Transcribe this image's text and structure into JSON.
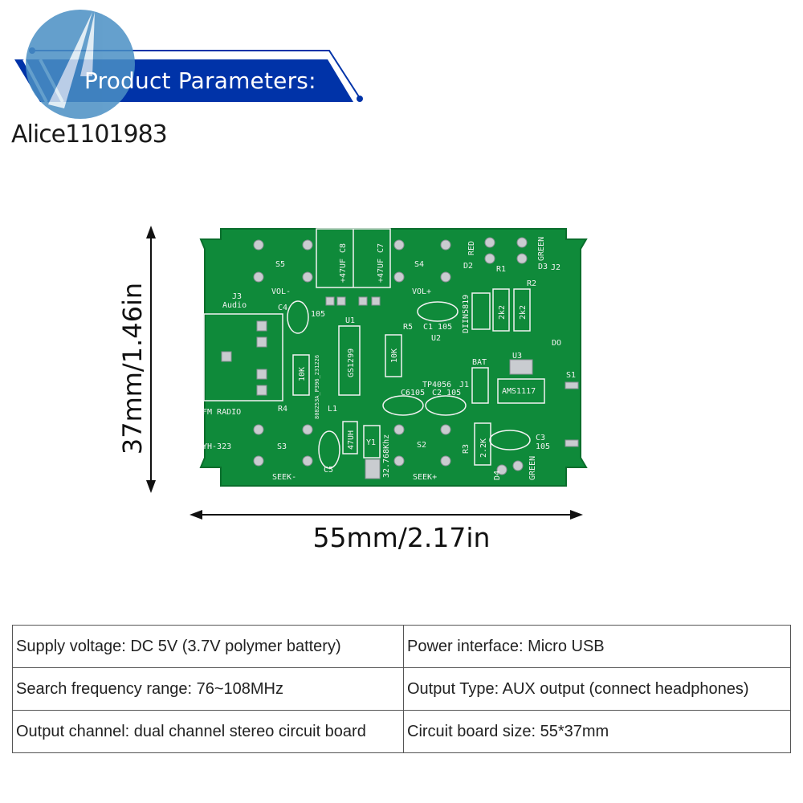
{
  "header": {
    "title": "Product Parameters:",
    "brand": "Alice1101983",
    "accent": "#0033a8",
    "logo_color": "#4a8fc4"
  },
  "pcb": {
    "board_color": "#0f8a3a",
    "labels": {
      "s5": "S5",
      "vol_minus": "VOL-",
      "c8": "C8",
      "cap_47uf_1": "+47UF",
      "c7": "C7",
      "cap_47uf_2": "+47UF",
      "s4": "S4",
      "vol_plus": "VOL+",
      "red": "RED",
      "green_top": "GREEN",
      "d2": "D2",
      "r1": "R1",
      "d3": "D3",
      "j2": "J2",
      "r2": "R2",
      "j3": "J3",
      "audio": "Audio",
      "c4": "C4",
      "c4_val": "105",
      "u1": "U1",
      "r5": "R5",
      "c1": "C1 105",
      "r5_val": "10K",
      "u2": "U2",
      "diode": "DIIN5819",
      "r1_val": "2k2",
      "r2_val": "2k2",
      "d0": "DO",
      "bat": "BAT",
      "u3": "U3",
      "s1": "S1",
      "tp4056": "TP4056",
      "j1": "J1",
      "c6": "C6105",
      "c2": "C2 105",
      "ams": "AMS1117",
      "gs": "GS1299",
      "r4_val": "10K",
      "r4": "R4",
      "l1": "L1",
      "fm": "FM RADIO",
      "model": "YH-323",
      "s3": "S3",
      "l1_val": "47UH",
      "y1": "Y1",
      "xtal": "32.768Khz",
      "s2": "S2",
      "r3": "R3",
      "r3_val": "2.2K",
      "c3": "C3",
      "c3_val": "105",
      "c5": "C5",
      "seek_minus": "SEEK-",
      "seek_plus": "SEEK+",
      "d4": "D4",
      "green_bottom": "GREEN",
      "part_no": "808253A_P396_231226"
    }
  },
  "dimensions": {
    "height": "37mm/1.46in",
    "width": "55mm/2.17in"
  },
  "specs": [
    [
      "Supply voltage: DC 5V (3.7V polymer battery)",
      "Power interface: Micro USB"
    ],
    [
      "Search frequency range: 76~108MHz",
      "Output Type: AUX output (connect headphones)"
    ],
    [
      "Output channel: dual channel stereo circuit board",
      "Circuit board size: 55*37mm"
    ]
  ]
}
